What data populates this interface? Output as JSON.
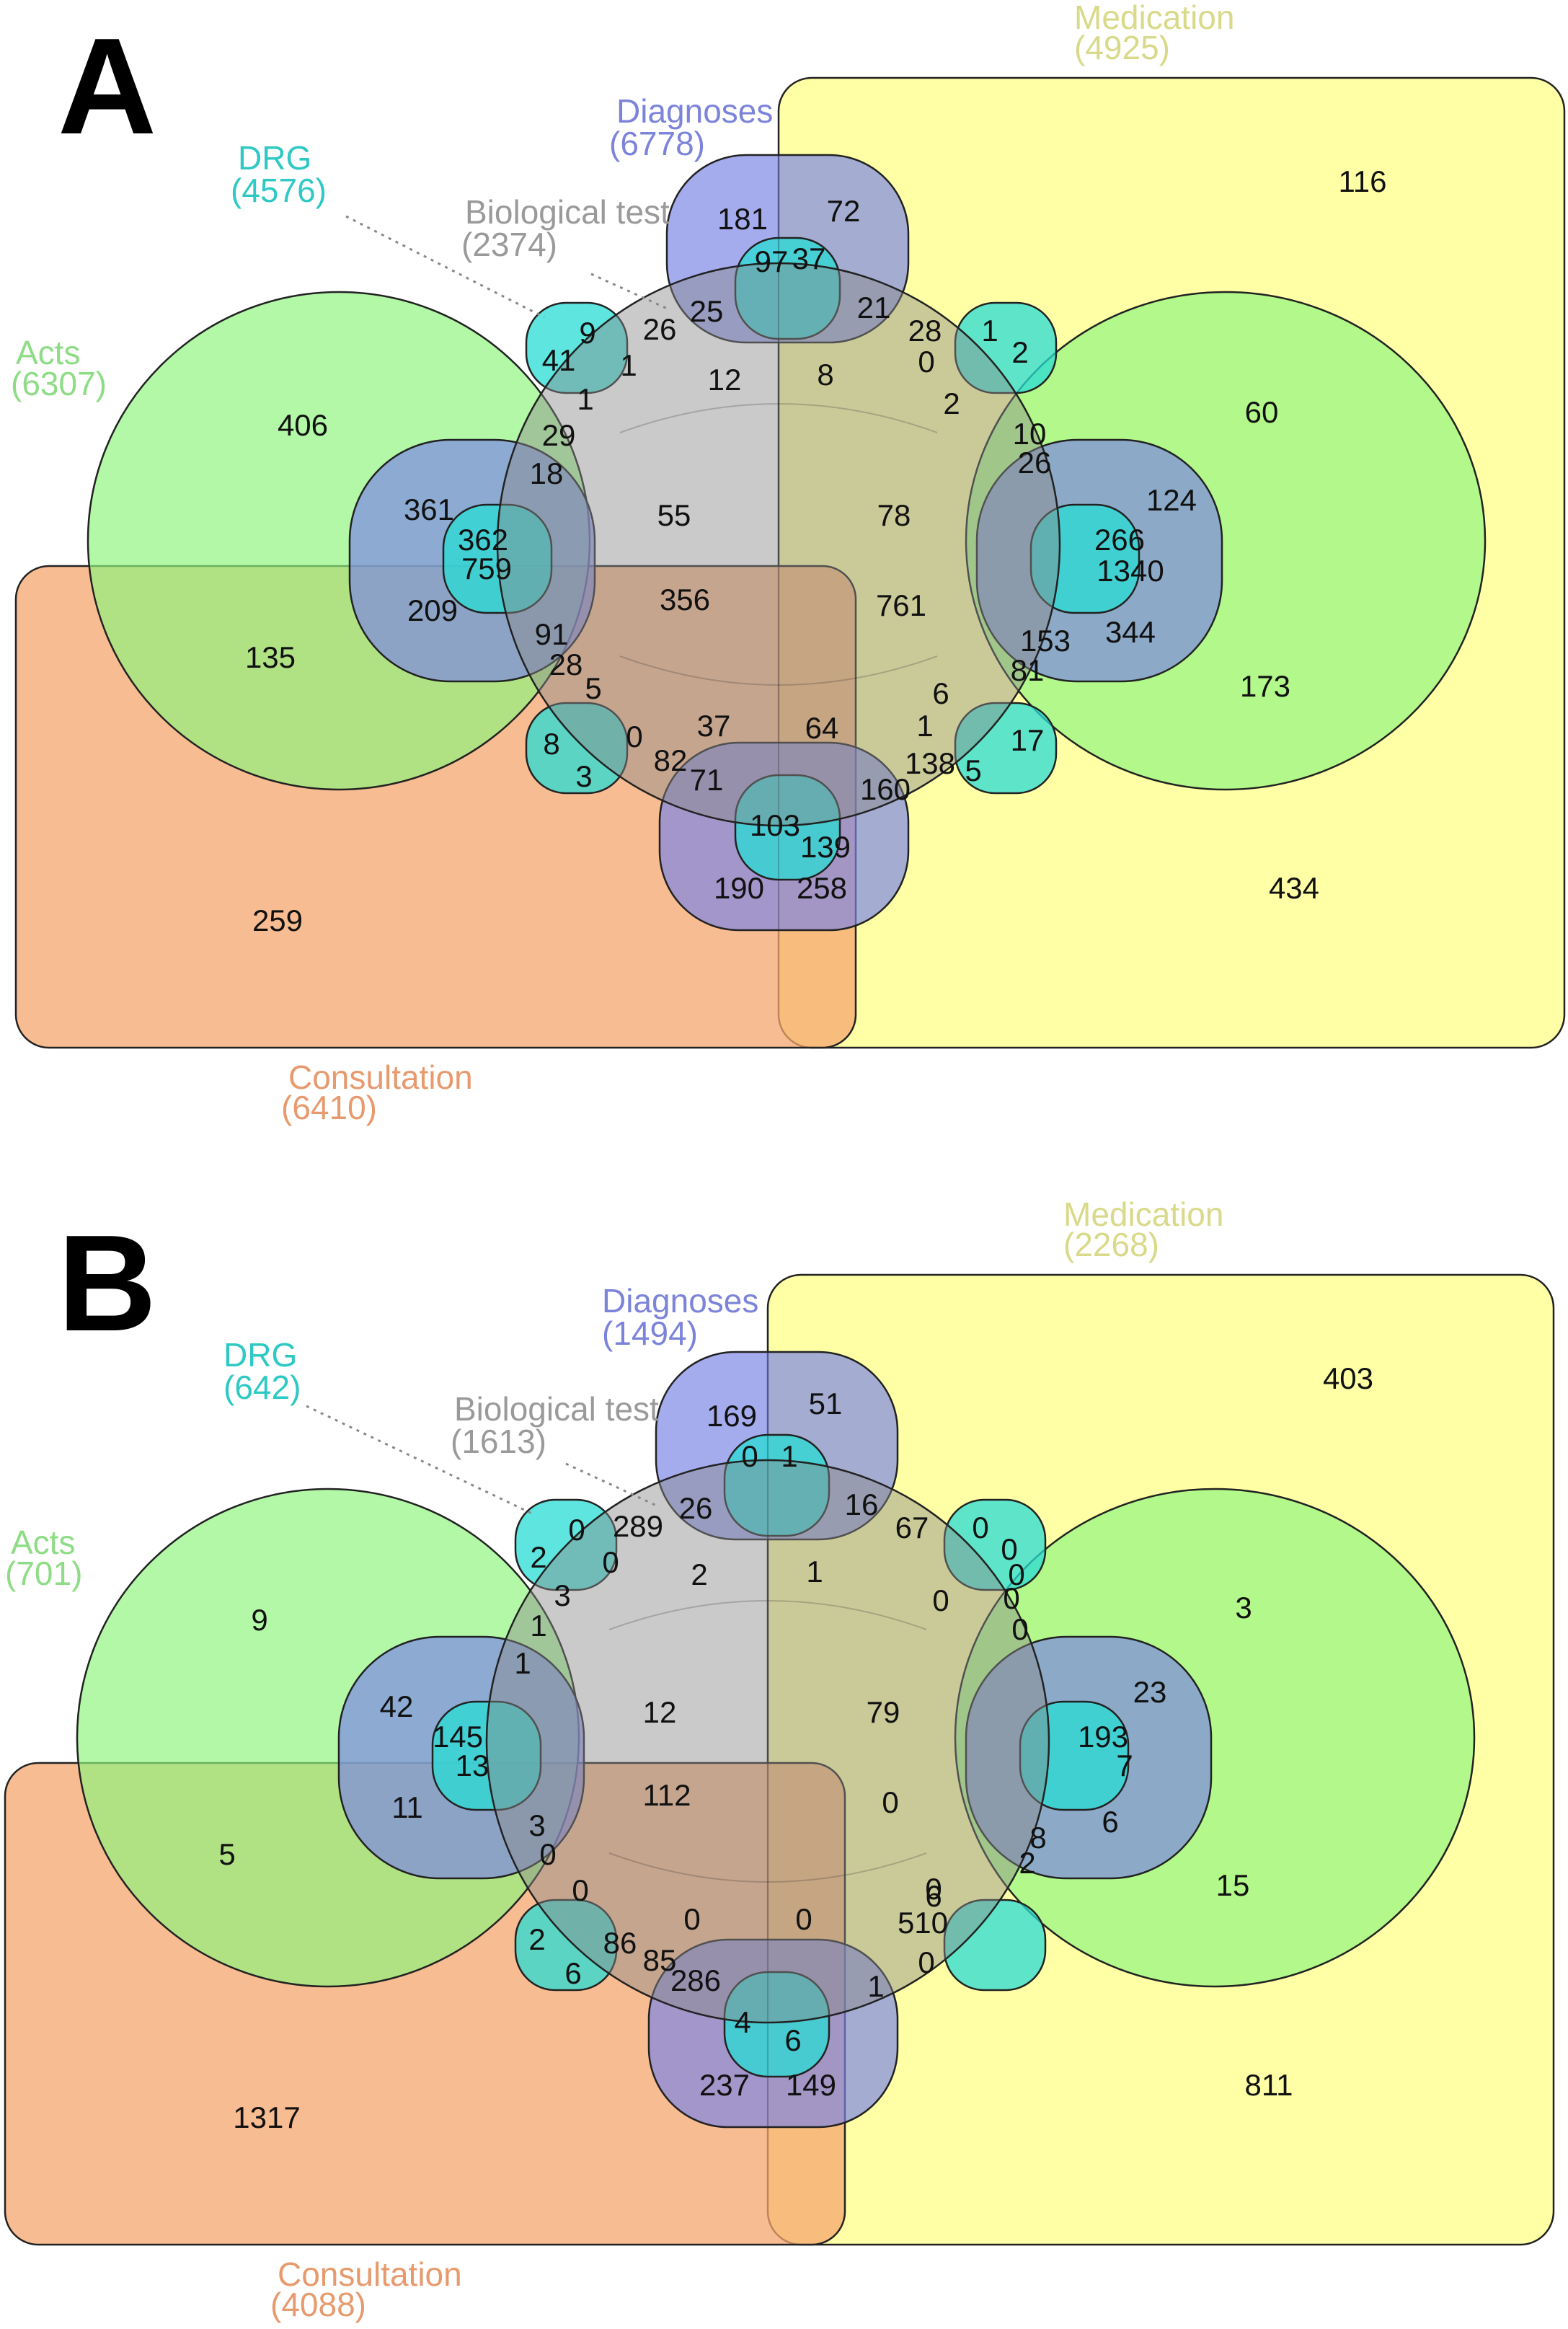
{
  "colors": {
    "medication": "#FFFF88",
    "consultation": "#F5A66E",
    "acts": "#8EF57E",
    "diagnoses": "#7A84E6",
    "drg": "#28DCD4",
    "biological": "#8A8A8A"
  },
  "label_colors": {
    "medication": "#D9D98A",
    "consultation": "#E79A6E",
    "acts": "#8EDC86",
    "diagnoses": "#7C84DA",
    "drg": "#2EC9C4",
    "biological": "#9A9A9A"
  },
  "panels": [
    {
      "letter": "A",
      "sets": {
        "medication": {
          "name": "Medication",
          "count": "(4925)"
        },
        "consultation": {
          "name": "Consultation",
          "count": "(6410)"
        },
        "acts": {
          "name": "Acts",
          "count": "(6307)"
        },
        "diagnoses": {
          "name": "Diagnoses",
          "count": "(6778)"
        },
        "drg": {
          "name": "DRG",
          "count": "(4576)"
        },
        "biological": {
          "name": "Biological test",
          "count": "(2374)"
        }
      },
      "regions": [
        "116",
        "60",
        "173",
        "434",
        "406",
        "135",
        "259",
        "181",
        "72",
        "97",
        "37",
        "190",
        "258",
        "103",
        "139",
        "9",
        "41",
        "26",
        "25",
        "1",
        "12",
        "8",
        "21",
        "28",
        "0",
        "1",
        "2",
        "2",
        "1",
        "29",
        "18",
        "361",
        "362",
        "759",
        "209",
        "55",
        "78",
        "356",
        "761",
        "10",
        "26",
        "124",
        "266",
        "1340",
        "344",
        "153",
        "81",
        "91",
        "28",
        "5",
        "6",
        "1",
        "37",
        "64",
        "8",
        "3",
        "0",
        "82",
        "71",
        "160",
        "138",
        "5",
        "17"
      ]
    },
    {
      "letter": "B",
      "sets": {
        "medication": {
          "name": "Medication",
          "count": "(2268)"
        },
        "consultation": {
          "name": "Consultation",
          "count": "(4088)"
        },
        "acts": {
          "name": "Acts",
          "count": "(701)"
        },
        "diagnoses": {
          "name": "Diagnoses",
          "count": "(1494)"
        },
        "drg": {
          "name": "DRG",
          "count": "(642)"
        },
        "biological": {
          "name": "Biological test",
          "count": "(1613)"
        }
      },
      "regions": [
        "403",
        "3",
        "15",
        "811",
        "9",
        "5",
        "1317",
        "169",
        "51",
        "0",
        "1",
        "237",
        "149",
        "4",
        "6",
        "0",
        "2",
        "289",
        "26",
        "0",
        "2",
        "1",
        "16",
        "67",
        "0",
        "0",
        "0",
        "0",
        "0",
        "3",
        "1",
        "1",
        "42",
        "145",
        "13",
        "11",
        "12",
        "79",
        "112",
        "0",
        "0",
        "6",
        "23",
        "193",
        "7",
        "6",
        "8",
        "2",
        "3",
        "0",
        "0",
        "0",
        "2",
        "6",
        "0",
        "0",
        "510",
        "86",
        "85",
        "286",
        "1",
        "0"
      ]
    }
  ]
}
